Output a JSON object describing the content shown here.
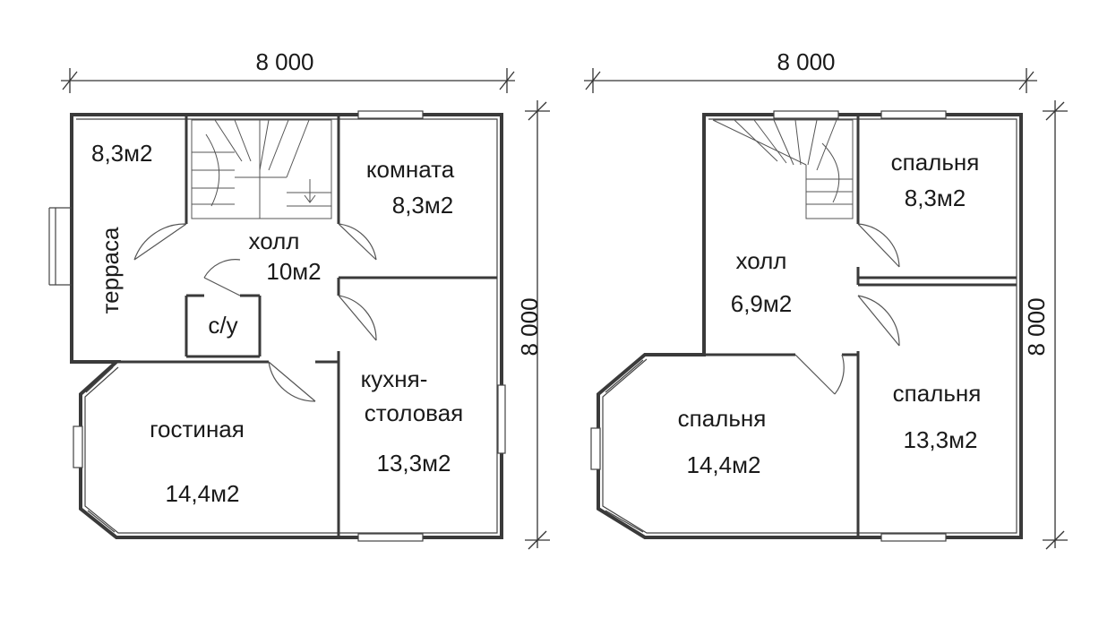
{
  "plans": [
    {
      "id": "ground-floor",
      "dimensions": {
        "width": "8 000",
        "height": "8 000"
      },
      "rooms": {
        "terrace_area": "8,3м2",
        "terrace_name": "терраса",
        "room_name": "комната",
        "room_area": "8,3м2",
        "hall_name": "холл",
        "hall_area": "10м2",
        "wc_name": "с/у",
        "living_name": "гостиная",
        "living_area": "14,4м2",
        "kitchen_name_1": "кухня-",
        "kitchen_name_2": "столовая",
        "kitchen_area": "13,3м2"
      }
    },
    {
      "id": "upper-floor",
      "dimensions": {
        "width": "8 000",
        "height": "8 000"
      },
      "rooms": {
        "bedroom_top_name": "спальня",
        "bedroom_top_area": "8,3м2",
        "hall_name": "холл",
        "hall_area": "6,9м2",
        "bedroom_right_name": "спальня",
        "bedroom_right_area": "13,3м2",
        "bedroom_left_name": "спальня",
        "bedroom_left_area": "14,4м2"
      }
    }
  ]
}
